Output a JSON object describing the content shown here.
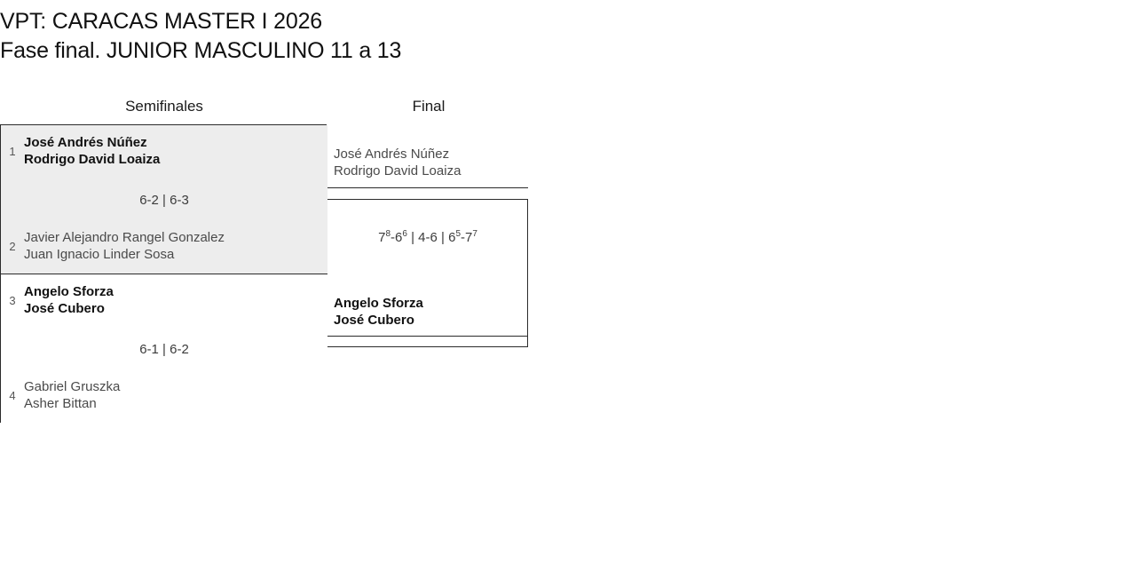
{
  "title": {
    "line1": "VPT: CARACAS MASTER I 2026",
    "line2": "Fase final. JUNIOR MASCULINO 11 a 13"
  },
  "colors": {
    "page_background": "#ffffff",
    "text": "#1a1a1a",
    "muted_text": "#4a4a4a",
    "seed_text": "#565656",
    "border": "#2b2b2b",
    "highlight_row": "#ededed"
  },
  "rounds": [
    {
      "label": "Semifinales"
    },
    {
      "label": "Final"
    }
  ],
  "semifinals": [
    {
      "score": "6-2 | 6-3",
      "teams": [
        {
          "seed": "1",
          "player1": "José Andrés Núñez",
          "player2": "Rodrigo David Loaiza",
          "result": "winner"
        },
        {
          "seed": "2",
          "player1": "Javier Alejandro Rangel Gonzalez",
          "player2": "Juan Ignacio Linder Sosa",
          "result": "loser"
        }
      ]
    },
    {
      "score": "6-1 | 6-2",
      "teams": [
        {
          "seed": "3",
          "player1": "Angelo Sforza",
          "player2": "José Cubero",
          "result": "winner"
        },
        {
          "seed": "4",
          "player1": "Gabriel Gruszka",
          "player2": "Asher Bittan",
          "result": "loser"
        }
      ]
    }
  ],
  "final": {
    "score_sets": [
      {
        "home": "7",
        "home_tb": "8",
        "away": "6",
        "away_tb": "6"
      },
      {
        "home": "4",
        "home_tb": "",
        "away": "6",
        "away_tb": ""
      },
      {
        "home": "6",
        "home_tb": "5",
        "away": "7",
        "away_tb": "7"
      }
    ],
    "score_separator": "|",
    "score_plain": "7⁸-6⁶ | 4-6 | 6⁵-7⁷",
    "teams": [
      {
        "player1": "José Andrés Núñez",
        "player2": "Rodrigo David Loaiza",
        "result": "loser"
      },
      {
        "player1": "Angelo Sforza",
        "player2": "José Cubero",
        "result": "winner"
      }
    ]
  }
}
